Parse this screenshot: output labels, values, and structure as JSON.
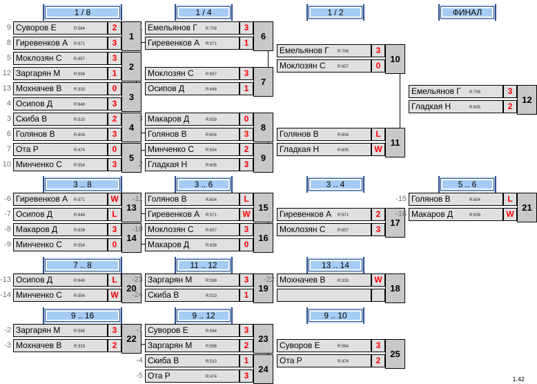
{
  "headers": [
    "1 / 8",
    "1 / 4",
    "1 / 2",
    "ФИНАЛ",
    "3 .. 8",
    "3 .. 6",
    "3 .. 4",
    "5 .. 6",
    "7 .. 8",
    "11 .. 12",
    "13 .. 14",
    "9 .. 16",
    "9 .. 12",
    "9 .. 10"
  ],
  "version": "1.42",
  "matches": [
    {
      "num": "1",
      "p": [
        {
          "seed": "9",
          "name": "Суворов Е",
          "rating": "R:564",
          "score": "2"
        },
        {
          "seed": "8",
          "name": "Гиревенков А",
          "rating": "R:571",
          "score": "3"
        }
      ]
    },
    {
      "num": "2",
      "p": [
        {
          "seed": "5",
          "name": "Моклозян С",
          "rating": "R:657",
          "score": "3"
        },
        {
          "seed": "12",
          "name": "Заргарян М",
          "rating": "R:598",
          "score": "1"
        }
      ]
    },
    {
      "num": "3",
      "p": [
        {
          "seed": "13",
          "name": "Мохначев В",
          "rating": "R:333",
          "score": "0"
        },
        {
          "seed": "4",
          "name": "Осипов Д",
          "rating": "R:648",
          "score": "3"
        }
      ]
    },
    {
      "num": "4",
      "p": [
        {
          "seed": "3",
          "name": "Скиба В",
          "rating": "R:510",
          "score": "2"
        },
        {
          "seed": "6",
          "name": "Голянов В",
          "rating": "R:604",
          "score": "3"
        }
      ]
    },
    {
      "num": "5",
      "p": [
        {
          "seed": "7",
          "name": "Ота Р",
          "rating": "R:474",
          "score": "0"
        },
        {
          "seed": "10",
          "name": "Минченко С",
          "rating": "R:554",
          "score": "3"
        }
      ]
    },
    {
      "num": "6",
      "p": [
        {
          "seed": "1",
          "name": "Емельянов Г",
          "rating": "R:708",
          "score": "3"
        },
        {
          "seed": "",
          "name": "Гиревенков А",
          "rating": "R:571",
          "score": "1"
        }
      ]
    },
    {
      "num": "7",
      "p": [
        {
          "seed": "",
          "name": "Моклозян С",
          "rating": "R:657",
          "score": "3"
        },
        {
          "seed": "",
          "name": "Осипов Д",
          "rating": "R:648",
          "score": "1"
        }
      ]
    },
    {
      "num": "8",
      "p": [
        {
          "seed": "3",
          "name": "Макаров Д",
          "rating": "R:639",
          "score": "0"
        },
        {
          "seed": "",
          "name": "Голянов В",
          "rating": "R:604",
          "score": "3"
        }
      ]
    },
    {
      "num": "9",
      "p": [
        {
          "seed": "",
          "name": "Минченко С",
          "rating": "R:554",
          "score": "2"
        },
        {
          "seed": "2",
          "name": "Гладкая Н",
          "rating": "R:605",
          "score": "3"
        }
      ]
    },
    {
      "num": "10",
      "p": [
        {
          "seed": "",
          "name": "Емельянов Г",
          "rating": "R:708",
          "score": "3"
        },
        {
          "seed": "",
          "name": "Моклозян С",
          "rating": "R:657",
          "score": "0"
        }
      ]
    },
    {
      "num": "11",
      "p": [
        {
          "seed": "",
          "name": "Голянов В",
          "rating": "R:604",
          "score": "L"
        },
        {
          "seed": "",
          "name": "Гладкая Н",
          "rating": "R:605",
          "score": "W"
        }
      ]
    },
    {
      "num": "12",
      "p": [
        {
          "seed": "",
          "name": "Емельянов Г",
          "rating": "R:708",
          "score": "3"
        },
        {
          "seed": "",
          "name": "Гладкая Н",
          "rating": "R:605",
          "score": "2"
        }
      ]
    },
    {
      "num": "13",
      "p": [
        {
          "seed": "-6",
          "name": "Гиревенков А",
          "rating": "R:571",
          "score": "W"
        },
        {
          "seed": "-7",
          "name": "Осипов Д",
          "rating": "R:648",
          "score": "L"
        }
      ]
    },
    {
      "num": "14",
      "p": [
        {
          "seed": "-8",
          "name": "Макаров Д",
          "rating": "R:639",
          "score": "3"
        },
        {
          "seed": "-9",
          "name": "Минченко С",
          "rating": "R:554",
          "score": "0"
        }
      ]
    },
    {
      "num": "15",
      "p": [
        {
          "seed": "-11",
          "name": "Голянов В",
          "rating": "R:604",
          "score": "L"
        },
        {
          "seed": "",
          "name": "Гиревенков А",
          "rating": "R:571",
          "score": "W"
        }
      ]
    },
    {
      "num": "16",
      "p": [
        {
          "seed": "-10",
          "name": "Моклозян С",
          "rating": "R:657",
          "score": "3"
        },
        {
          "seed": "",
          "name": "Макаров Д",
          "rating": "R:639",
          "score": "0"
        }
      ]
    },
    {
      "num": "17",
      "p": [
        {
          "seed": "",
          "name": "Гиревенков А",
          "rating": "R:571",
          "score": "2"
        },
        {
          "seed": "",
          "name": "Моклозян С",
          "rating": "R:657",
          "score": "3"
        }
      ]
    },
    {
      "num": "21",
      "p": [
        {
          "seed": "-15",
          "name": "Голянов В",
          "rating": "R:604",
          "score": "L"
        },
        {
          "seed": "-16",
          "name": "Макаров Д",
          "rating": "R:639",
          "score": "W"
        }
      ]
    },
    {
      "num": "20",
      "p": [
        {
          "seed": "-13",
          "name": "Осипов Д",
          "rating": "R:648",
          "score": "L"
        },
        {
          "seed": "-14",
          "name": "Минченко С",
          "rating": "R:554",
          "score": "W"
        }
      ]
    },
    {
      "num": "19",
      "p": [
        {
          "seed": "-23",
          "name": "Заргарян М",
          "rating": "R:598",
          "score": "3"
        },
        {
          "seed": "-24",
          "name": "Скиба В",
          "rating": "R:510",
          "score": "1"
        }
      ]
    },
    {
      "num": "18",
      "p": [
        {
          "seed": "-22",
          "name": "Мохначев В",
          "rating": "R:333",
          "score": "W"
        },
        {
          "seed": "",
          "name": "",
          "rating": "",
          "score": ""
        }
      ]
    },
    {
      "num": "22",
      "p": [
        {
          "seed": "-2",
          "name": "Заргарян М",
          "rating": "R:598",
          "score": "3"
        },
        {
          "seed": "-3",
          "name": "Мохначев В",
          "rating": "R:333",
          "score": "2"
        }
      ]
    },
    {
      "num": "23",
      "p": [
        {
          "seed": "-1",
          "name": "Суворов Е",
          "rating": "R:564",
          "score": "3"
        },
        {
          "seed": "",
          "name": "Заргарян М",
          "rating": "R:598",
          "score": "2"
        }
      ]
    },
    {
      "num": "24",
      "p": [
        {
          "seed": "-4",
          "name": "Скиба В",
          "rating": "R:510",
          "score": "1"
        },
        {
          "seed": "-5",
          "name": "Ота Р",
          "rating": "R:474",
          "score": "3"
        }
      ]
    },
    {
      "num": "25",
      "p": [
        {
          "seed": "",
          "name": "Суворов Е",
          "rating": "R:564",
          "score": "3"
        },
        {
          "seed": "",
          "name": "Ота Р",
          "rating": "R:474",
          "score": "2"
        }
      ]
    }
  ]
}
